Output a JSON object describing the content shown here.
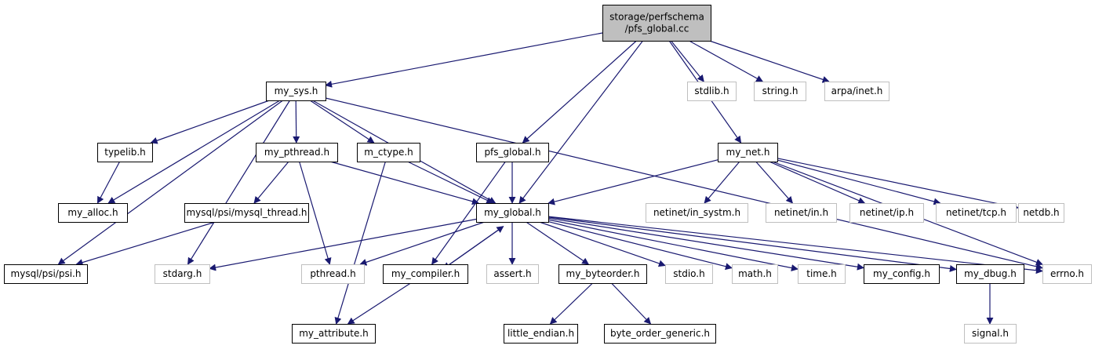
{
  "diagram": {
    "colors": {
      "edge": "#191970",
      "root_fill": "#bfbfbf",
      "node_border": "#000000",
      "external_border": "#bfbfbf",
      "background": "#ffffff"
    },
    "nodes": {
      "root": {
        "lines": [
          "storage/perfschema",
          "/pfs_global.cc"
        ],
        "style": "root"
      },
      "my_sys": {
        "lines": [
          "my_sys.h"
        ],
        "style": "normal"
      },
      "stdlib": {
        "lines": [
          "stdlib.h"
        ],
        "style": "external"
      },
      "string": {
        "lines": [
          "string.h"
        ],
        "style": "external"
      },
      "arpa_inet": {
        "lines": [
          "arpa/inet.h"
        ],
        "style": "external"
      },
      "typelib": {
        "lines": [
          "typelib.h"
        ],
        "style": "normal"
      },
      "my_pthread": {
        "lines": [
          "my_pthread.h"
        ],
        "style": "normal"
      },
      "m_ctype": {
        "lines": [
          "m_ctype.h"
        ],
        "style": "normal"
      },
      "pfs_global_h": {
        "lines": [
          "pfs_global.h"
        ],
        "style": "normal"
      },
      "my_net": {
        "lines": [
          "my_net.h"
        ],
        "style": "normal"
      },
      "my_alloc": {
        "lines": [
          "my_alloc.h"
        ],
        "style": "normal"
      },
      "mysql_thread": {
        "lines": [
          "mysql/psi/mysql_thread.h"
        ],
        "style": "normal"
      },
      "my_global": {
        "lines": [
          "my_global.h"
        ],
        "style": "normal"
      },
      "in_systm": {
        "lines": [
          "netinet/in_systm.h"
        ],
        "style": "external"
      },
      "netinet_in": {
        "lines": [
          "netinet/in.h"
        ],
        "style": "external"
      },
      "netinet_ip": {
        "lines": [
          "netinet/ip.h"
        ],
        "style": "external"
      },
      "netinet_tcp": {
        "lines": [
          "netinet/tcp.h"
        ],
        "style": "external"
      },
      "netdb": {
        "lines": [
          "netdb.h"
        ],
        "style": "external"
      },
      "psi": {
        "lines": [
          "mysql/psi/psi.h"
        ],
        "style": "normal"
      },
      "stdarg": {
        "lines": [
          "stdarg.h"
        ],
        "style": "external"
      },
      "pthread": {
        "lines": [
          "pthread.h"
        ],
        "style": "external"
      },
      "my_compiler": {
        "lines": [
          "my_compiler.h"
        ],
        "style": "normal"
      },
      "assert": {
        "lines": [
          "assert.h"
        ],
        "style": "external"
      },
      "my_byteorder": {
        "lines": [
          "my_byteorder.h"
        ],
        "style": "normal"
      },
      "stdio": {
        "lines": [
          "stdio.h"
        ],
        "style": "external"
      },
      "math": {
        "lines": [
          "math.h"
        ],
        "style": "external"
      },
      "time": {
        "lines": [
          "time.h"
        ],
        "style": "external"
      },
      "my_config": {
        "lines": [
          "my_config.h"
        ],
        "style": "normal"
      },
      "my_dbug": {
        "lines": [
          "my_dbug.h"
        ],
        "style": "normal"
      },
      "errno": {
        "lines": [
          "errno.h"
        ],
        "style": "external"
      },
      "my_attribute": {
        "lines": [
          "my_attribute.h"
        ],
        "style": "normal"
      },
      "little_endian": {
        "lines": [
          "little_endian.h"
        ],
        "style": "normal"
      },
      "byte_order_generic": {
        "lines": [
          "byte_order_generic.h"
        ],
        "style": "normal"
      },
      "signal": {
        "lines": [
          "signal.h"
        ],
        "style": "external"
      }
    },
    "edges": [
      [
        "root",
        "my_sys"
      ],
      [
        "root",
        "pfs_global_h"
      ],
      [
        "root",
        "my_global"
      ],
      [
        "root",
        "my_net"
      ],
      [
        "root",
        "stdlib"
      ],
      [
        "root",
        "string"
      ],
      [
        "root",
        "arpa_inet"
      ],
      [
        "my_sys",
        "typelib"
      ],
      [
        "my_sys",
        "my_pthread"
      ],
      [
        "my_sys",
        "m_ctype"
      ],
      [
        "my_sys",
        "my_global"
      ],
      [
        "my_sys",
        "my_alloc"
      ],
      [
        "my_sys",
        "psi"
      ],
      [
        "my_sys",
        "stdarg"
      ],
      [
        "my_sys",
        "errno"
      ],
      [
        "typelib",
        "my_alloc"
      ],
      [
        "my_pthread",
        "mysql_thread"
      ],
      [
        "my_pthread",
        "my_global"
      ],
      [
        "my_pthread",
        "pthread"
      ],
      [
        "mysql_thread",
        "psi"
      ],
      [
        "m_ctype",
        "my_global"
      ],
      [
        "m_ctype",
        "my_attribute"
      ],
      [
        "pfs_global_h",
        "my_global"
      ],
      [
        "pfs_global_h",
        "my_compiler"
      ],
      [
        "my_net",
        "my_global"
      ],
      [
        "my_net",
        "in_systm"
      ],
      [
        "my_net",
        "netinet_in"
      ],
      [
        "my_net",
        "netinet_ip"
      ],
      [
        "my_net",
        "netinet_tcp"
      ],
      [
        "my_net",
        "netdb"
      ],
      [
        "my_net",
        "errno"
      ],
      [
        "my_global",
        "stdarg"
      ],
      [
        "my_global",
        "pthread"
      ],
      [
        "my_global",
        "my_compiler"
      ],
      [
        "my_global",
        "assert"
      ],
      [
        "my_global",
        "my_byteorder"
      ],
      [
        "my_global",
        "stdio"
      ],
      [
        "my_global",
        "math"
      ],
      [
        "my_global",
        "time"
      ],
      [
        "my_global",
        "my_config"
      ],
      [
        "my_global",
        "my_dbug"
      ],
      [
        "my_global",
        "errno"
      ],
      [
        "my_compiler",
        "my_global"
      ],
      [
        "my_compiler",
        "my_attribute"
      ],
      [
        "my_byteorder",
        "little_endian"
      ],
      [
        "my_byteorder",
        "byte_order_generic"
      ],
      [
        "my_dbug",
        "signal"
      ]
    ]
  }
}
